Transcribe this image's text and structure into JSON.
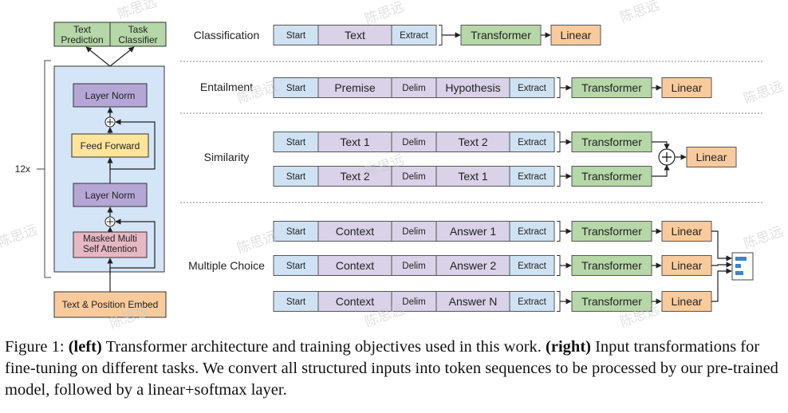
{
  "left": {
    "outputs": [
      "Text\nPrediction",
      "Task\nClassifier"
    ],
    "repeat": "12x",
    "blocks": {
      "layer_norm_top": "Layer Norm",
      "feed_forward": "Feed Forward",
      "layer_norm_bottom": "Layer Norm",
      "attention": "Masked Multi\nSelf Attention"
    },
    "embed": "Text & Position Embed"
  },
  "tasks": [
    {
      "label": "Classification",
      "rows": [
        {
          "tokens": [
            "Start",
            "Text",
            "Extract"
          ],
          "ops": [
            "Transformer",
            "Linear"
          ]
        }
      ]
    },
    {
      "label": "Entailment",
      "rows": [
        {
          "tokens": [
            "Start",
            "Premise",
            "Delim",
            "Hypothesis",
            "Extract"
          ],
          "ops": [
            "Transformer",
            "Linear"
          ]
        }
      ]
    },
    {
      "label": "Similarity",
      "rows": [
        {
          "tokens": [
            "Start",
            "Text 1",
            "Delim",
            "Text 2",
            "Extract"
          ],
          "ops": [
            "Transformer"
          ]
        },
        {
          "tokens": [
            "Start",
            "Text 2",
            "Delim",
            "Text 1",
            "Extract"
          ],
          "ops": [
            "Transformer"
          ]
        }
      ],
      "merge": "Linear"
    },
    {
      "label": "Multiple Choice",
      "rows": [
        {
          "tokens": [
            "Start",
            "Context",
            "Delim",
            "Answer 1",
            "Extract"
          ],
          "ops": [
            "Transformer",
            "Linear"
          ]
        },
        {
          "tokens": [
            "Start",
            "Context",
            "Delim",
            "Answer 2",
            "Extract"
          ],
          "ops": [
            "Transformer",
            "Linear"
          ]
        },
        {
          "tokens": [
            "Start",
            "Context",
            "Delim",
            "Answer N",
            "Extract"
          ],
          "ops": [
            "Transformer",
            "Linear"
          ]
        }
      ]
    }
  ],
  "caption": {
    "prefix": "Figure 1: ",
    "left_tag": "(left)",
    "left_text": " Transformer architecture and training objectives used in this work. ",
    "right_tag": "(right)",
    "right_text": " Input transformations for fine-tuning on different tasks.  We convert all structured inputs into token sequences to be processed by our pre-trained model, followed by a linear+softmax layer."
  },
  "watermark": "陈思远",
  "colors": {
    "start_extract": "#cfe2f3",
    "text_segment": "#d9d2e9",
    "transformer": "#b6d7a8",
    "linear": "#f9cb9c",
    "outer_block": "#d4e5f7",
    "layer_norm": "#b4a7d6",
    "feed_forward": "#ffe599",
    "attention": "#e6b8c4",
    "embed": "#f9cb9c",
    "output": "#b6d7a8"
  }
}
